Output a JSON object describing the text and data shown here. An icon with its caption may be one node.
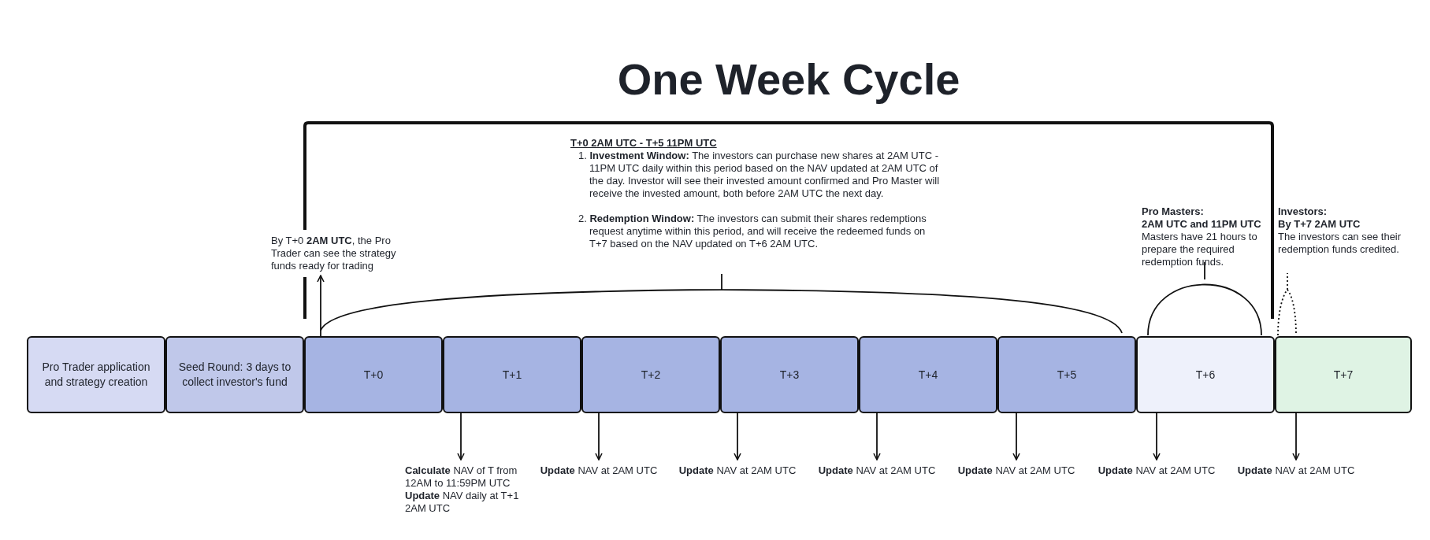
{
  "diagram": {
    "title": "One Week Cycle",
    "nodes": [
      {
        "text": [
          "Pro Trader application and strategy creation"
        ]
      },
      {
        "text": [
          "Seed Round: 3 days  to collect investor's fund"
        ]
      },
      {
        "text": [
          "T+0"
        ]
      },
      {
        "text": [
          "T+1"
        ]
      },
      {
        "text": [
          "T+2"
        ]
      },
      {
        "text": [
          "T+3"
        ]
      },
      {
        "text": [
          "T+4"
        ]
      },
      {
        "text": [
          "T+5"
        ]
      },
      {
        "text": [
          "T+6"
        ]
      },
      {
        "text": [
          "T+7"
        ]
      },
      {
        "text": [
          "By T+0 **2AM UTC**, the Pro Trader can see the strategy funds ready for trading"
        ]
      },
      {
        "text": [
          "T+0 2AM UTC - T+5 11PM UTC",
          "1. **Investment Window:** The investors can purchase new shares at 2AM UTC - 11PM UTC daily within this period based on the NAV updated at 2AM UTC of the day. Investor will see their invested amount confirmed and Pro Master will receive the invested amount, both before 2AM UTC the next day.",
          "2. **Redemption Window:** The investors can submit their shares redemptions request anytime within this period, and will receive the redeemed funds on T+7 based on the NAV updated on T+6 2AM UTC."
        ]
      },
      {
        "text": [
          "Pro Masters:",
          "2AM UTC and 11PM UTC",
          "Masters have 21 hours to prepare the required redemption funds."
        ]
      },
      {
        "text": [
          "Investors:",
          "By T+7 2AM UTC",
          "The investors can see their redemption funds credited."
        ]
      },
      {
        "text": [
          "**Calculate** NAV of T from 12AM to 11:59PM UTC",
          "**Update** NAV daily at T+1 2AM UTC"
        ]
      },
      {
        "text": [
          "**Update** NAV at 2AM UTC"
        ]
      },
      {
        "text": [
          "**Update** NAV at 2AM UTC"
        ]
      },
      {
        "text": [
          "**Update** NAV at 2AM UTC"
        ]
      },
      {
        "text": [
          "**Update** NAV at 2AM UTC"
        ]
      },
      {
        "text": [
          "**Update** NAV at 2AM UTC"
        ]
      },
      {
        "text": [
          "**Update** NAV at 2AM UTC"
        ]
      }
    ],
    "edges": [
      {
        "from": 2,
        "to": 10,
        "arrow": "to"
      },
      {
        "from": 3,
        "to": 14,
        "arrow": "to"
      },
      {
        "from": 4,
        "to": 15,
        "arrow": "to"
      },
      {
        "from": 5,
        "to": 16,
        "arrow": "to"
      },
      {
        "from": 6,
        "to": 17,
        "arrow": "to"
      },
      {
        "from": 7,
        "to": 18,
        "arrow": "to"
      },
      {
        "from": 8,
        "to": 19,
        "arrow": "to"
      },
      {
        "from": 9,
        "to": 20,
        "arrow": "to"
      }
    ]
  }
}
